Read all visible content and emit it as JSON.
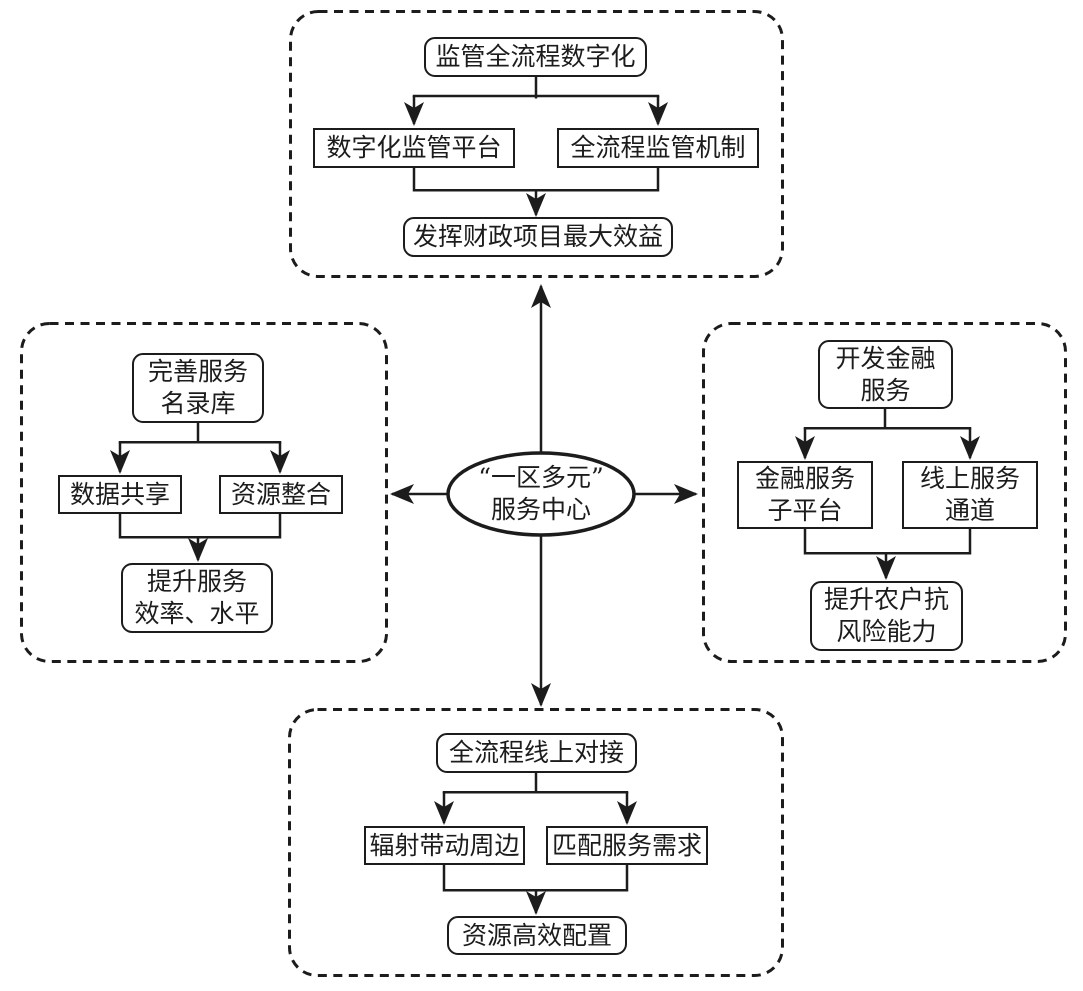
{
  "colors": {
    "ink": "#1c1c1c",
    "background": "#ffffff"
  },
  "center": {
    "lines": [
      "“一区多元”",
      "服务中心"
    ]
  },
  "clusters": {
    "top": {
      "source": [
        "监管全流程数字化"
      ],
      "children": [
        [
          "数字化监管平台"
        ],
        [
          "全流程监管机制"
        ]
      ],
      "outcome": [
        "发挥财政项目最大效益"
      ]
    },
    "left": {
      "source": [
        "完善服务",
        "名录库"
      ],
      "children": [
        [
          "数据共享"
        ],
        [
          "资源整合"
        ]
      ],
      "outcome": [
        "提升服务",
        "效率、水平"
      ]
    },
    "right": {
      "source": [
        "开发金融",
        "服务"
      ],
      "children": [
        [
          "金融服务",
          "子平台"
        ],
        [
          "线上服务",
          "通道"
        ]
      ],
      "outcome": [
        "提升农户抗",
        "风险能力"
      ]
    },
    "bottom": {
      "source": [
        "全流程线上对接"
      ],
      "children": [
        [
          "辐射带动周边"
        ],
        [
          "匹配服务需求"
        ]
      ],
      "outcome": [
        "资源高效配置"
      ]
    }
  }
}
